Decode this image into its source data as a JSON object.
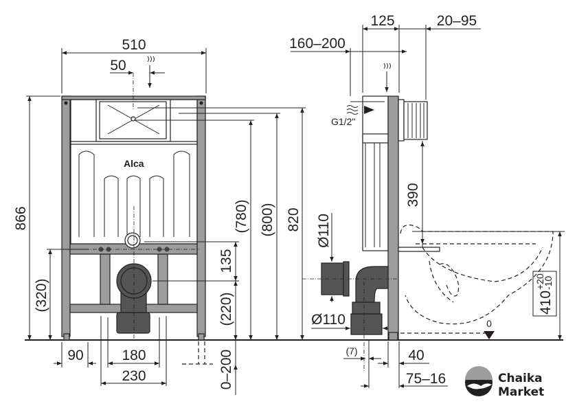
{
  "front_view": {
    "brand_label": "Alca",
    "dims": {
      "width": "510",
      "flush_offset": "50",
      "total_height": "866",
      "bolt_height": "(320)",
      "h780": "(780)",
      "h800": "(800)",
      "h820": "820",
      "drain_offset": "135",
      "drain_height": "(220)",
      "foot_adjust": "0–200",
      "foot_width": "90",
      "bolt_spacing": "180",
      "bolt_spacing_outer": "230"
    }
  },
  "side_view": {
    "dims": {
      "depth": "125",
      "adjust_range": "20–95",
      "inlet_range": "160–200",
      "inlet_thread": "G1/2\"",
      "bolt_height": "390",
      "pipe_diameter_top": "Ø110",
      "pipe_diameter_bottom": "Ø110",
      "offset_7": "(7)",
      "frame_depth": "40",
      "wall_range": "75–16",
      "seat_height": "410",
      "seat_tol_plus": "+20",
      "seat_tol_minus": "-10",
      "floor_level": "0"
    }
  },
  "watermark": {
    "line1": "Chaika",
    "line2": "Market"
  }
}
